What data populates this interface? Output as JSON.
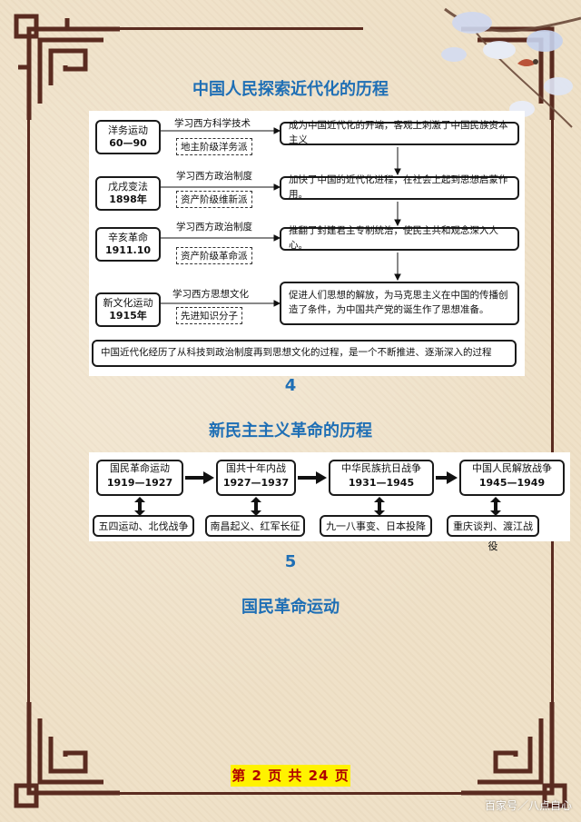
{
  "section1": {
    "title": "中国人民探索近代化的历程",
    "rows": [
      {
        "name": "洋务运动",
        "years": "60—90",
        "learn": "学习西方科学技术",
        "class": "地主阶级洋务派",
        "result": "成为中国近代化的开端，客观上刺激了中国民族资本主义"
      },
      {
        "name": "戊戌变法",
        "years": "1898年",
        "learn": "学习西方政治制度",
        "class": "资产阶级维新派",
        "result": "加快了中国的近代化进程，在社会上起到思想启蒙作用。"
      },
      {
        "name": "辛亥革命",
        "years": "1911.10",
        "learn": "学习西方政治制度",
        "class": "资产阶级革命派",
        "result": "推翻了封建君主专制统治，使民主共和观念深入人心。"
      },
      {
        "name": "新文化运动",
        "years": "1915年",
        "learn": "学习西方思想文化",
        "class": "先进知识分子",
        "result": "促进人们思想的解放，为马克思主义在中国的传播创造了条件，为中国共产党的诞生作了思想准备。"
      }
    ],
    "summary": "中国近代化经历了从科技到政治制度再到思想文化的过程，是一个不断推进、逐渐深入的过程"
  },
  "number4": "4",
  "section2": {
    "title": "新民主主义革命的历程",
    "stages": [
      {
        "name": "国民革命运动",
        "years": "1919—1927",
        "events": "五四运动、北伐战争"
      },
      {
        "name": "国共十年内战",
        "years": "1927—1937",
        "events": "南昌起义、红军长征"
      },
      {
        "name": "中华民族抗日战争",
        "years": "1931—1945",
        "events": "九一八事变、日本投降"
      },
      {
        "name": "中国人民解放战争",
        "years": "1945—1949",
        "events": "重庆谈判、渡江战役"
      }
    ]
  },
  "number5": "5",
  "section3": {
    "title": "国民革命运动"
  },
  "footer": {
    "page": "第 2 页 共 24 页"
  },
  "watermark": "百家号／八点自心"
}
